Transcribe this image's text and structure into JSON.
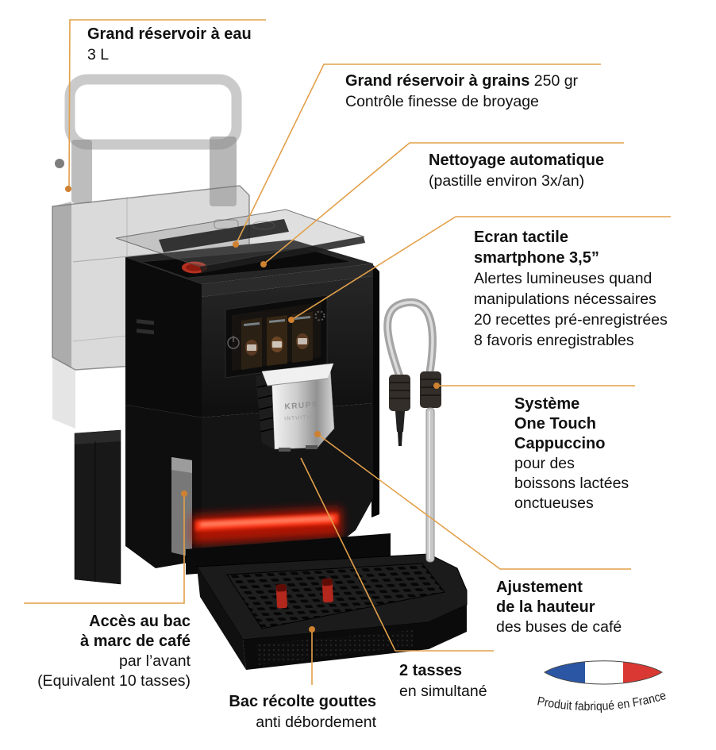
{
  "product": {
    "brand": "KRUPS",
    "model": "INTUITION",
    "made_in_caption": "Produit fabriqué en France"
  },
  "colors": {
    "callout_line": "#E2A04A",
    "callout_dot": "#CE8130",
    "flag_blue": "#2B56A4",
    "flag_red": "#DA3832",
    "led_red": "#FF3418"
  },
  "callouts": {
    "water_tank": {
      "title_lines": [
        "Grand réservoir à eau"
      ],
      "detail_lines": [
        "3 L"
      ]
    },
    "bean_hopper": {
      "title": "Grand réservoir à grains",
      "title_suffix": "250 gr",
      "detail_lines": [
        "Contrôle finesse de broyage"
      ]
    },
    "auto_clean": {
      "title_lines": [
        "Nettoyage automatique"
      ],
      "detail_lines": [
        "(pastille environ 3x/an)"
      ]
    },
    "touchscreen": {
      "title_lines": [
        "Ecran tactile",
        "smartphone 3,5”"
      ],
      "detail_lines": [
        "Alertes lumineuses quand",
        "manipulations nécessaires",
        "20 recettes pré-enregistrées",
        "8 favoris enregistrables"
      ]
    },
    "one_touch": {
      "title_lines": [
        "Système",
        "One Touch",
        "Cappuccino"
      ],
      "detail_lines": [
        "pour des",
        "boissons lactées",
        "onctueuses"
      ]
    },
    "height_adjust": {
      "title_lines": [
        "Ajustement",
        "de la hauteur"
      ],
      "detail_lines": [
        "des buses de café"
      ]
    },
    "grounds_access": {
      "title_lines": [
        "Accès au bac",
        "à marc de café"
      ],
      "detail_lines": [
        "par l’avant",
        "(Equivalent 10 tasses)"
      ]
    },
    "two_cups": {
      "title_lines": [
        "2 tasses"
      ],
      "detail_lines": [
        "en simultané"
      ]
    },
    "drip_tray": {
      "title_lines": [
        "Bac récolte gouttes"
      ],
      "detail_lines": [
        "anti débordement"
      ]
    }
  }
}
